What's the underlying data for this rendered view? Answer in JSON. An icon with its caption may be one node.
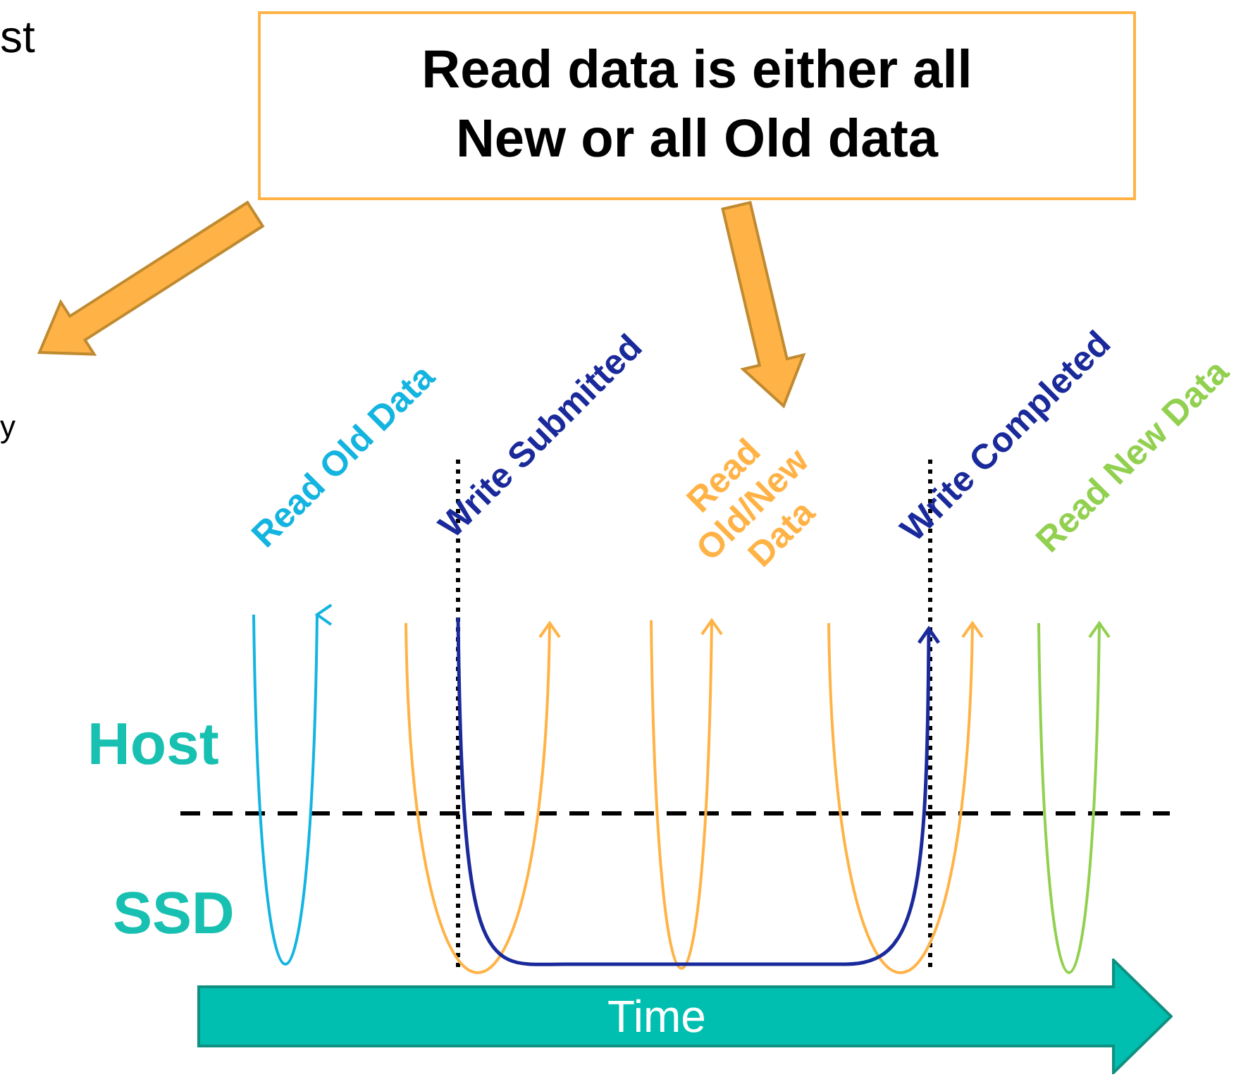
{
  "diagram": {
    "nodes": [
      {
        "text": [
          "Read data is either all New or all Old data"
        ]
      },
      {
        "text": [
          "Read Old Data"
        ]
      },
      {
        "text": [
          "Write Submitted"
        ]
      },
      {
        "text": [
          "Read Old/New Data"
        ]
      },
      {
        "text": [
          "Write Completed"
        ]
      },
      {
        "text": [
          "Read New Data"
        ]
      },
      {
        "text": [
          "Time"
        ]
      }
    ],
    "edges": [
      {
        "from": 0,
        "to": null,
        "arrow": "to",
        "style": "thick"
      },
      {
        "from": 0,
        "to": 3,
        "arrow": "to",
        "style": "thick"
      }
    ],
    "labels": [
      "st",
      "y",
      "Host",
      "SSD"
    ]
  }
}
